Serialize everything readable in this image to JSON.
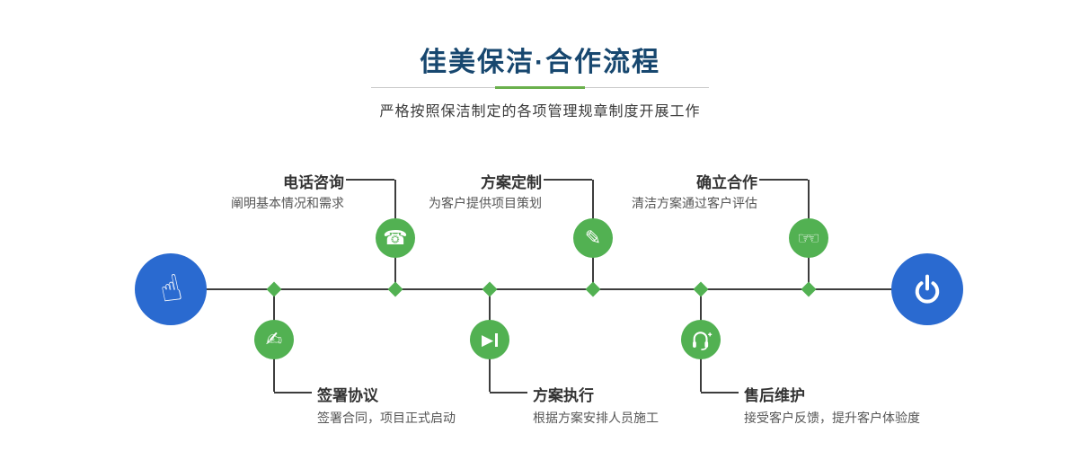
{
  "header": {
    "title": "佳美保洁·合作流程",
    "subtitle": "严格按照保洁制定的各项管理规章制度开展工作"
  },
  "colors": {
    "title_navy": "#17476f",
    "accent_green": "#6ab04c",
    "node_green": "#52b152",
    "endpoint_blue": "#2a6ad0",
    "line_dark": "#3d3d3d"
  },
  "icons": {
    "pointer_hand": "☝",
    "power": "svg-power-symbol",
    "phone": "☎",
    "design_pencil": "✎",
    "handshake": "☞☜",
    "contract_signing": "✍",
    "play": "▶",
    "headset": "svg-headset-with-plus"
  },
  "steps": {
    "top": [
      {
        "title": "电话咨询",
        "desc": "阐明基本情况和需求",
        "icon": "phone-icon"
      },
      {
        "title": "方案定制",
        "desc": "为客户提供项目策划",
        "icon": "design-pencil-icon"
      },
      {
        "title": "确立合作",
        "desc": "清洁方案通过客户评估",
        "icon": "handshake-icon"
      }
    ],
    "bottom": [
      {
        "title": "签署协议",
        "desc": "签署合同，项目正式启动",
        "icon": "contract-icon"
      },
      {
        "title": "方案执行",
        "desc": "根据方案安排人员施工",
        "icon": "play-icon"
      },
      {
        "title": "售后维护",
        "desc": "接受客户反馈，提升客户体验度",
        "icon": "headset-icon"
      }
    ]
  }
}
